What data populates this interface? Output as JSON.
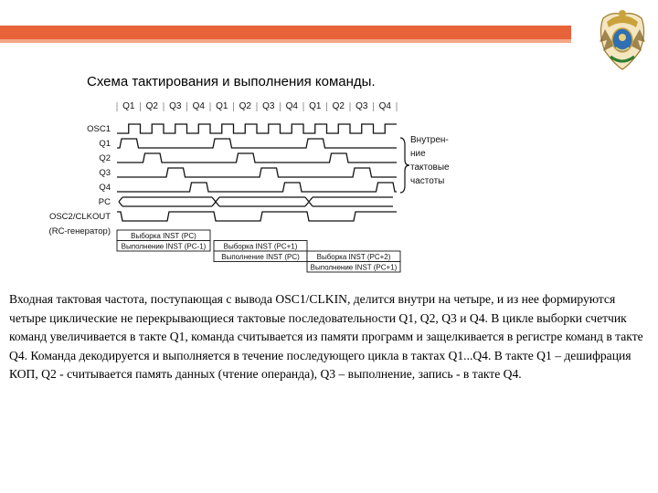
{
  "header": {
    "accent_color": "#e8623a"
  },
  "emblem": {
    "icon": "crest-emblem-icon"
  },
  "title": "Схема тактирования и выполнения команды.",
  "diagram": {
    "q_labels": [
      "Q1",
      "Q2",
      "Q3",
      "Q4",
      "Q1",
      "Q2",
      "Q3",
      "Q4",
      "Q1",
      "Q2",
      "Q3",
      "Q4"
    ],
    "signals": [
      "OSC1",
      "Q1",
      "Q2",
      "Q3",
      "Q4",
      "PC",
      "OSC2/CLKOUT",
      "(RC-генератор)"
    ],
    "brace_label_lines": [
      "Внутрен-",
      "ние",
      "тактовые",
      "частоты"
    ],
    "pipeline_rows": [
      [
        "Выборка INST (PC)",
        "",
        ""
      ],
      [
        "Выполнение INST (PC-1)",
        "Выборка INST (PC+1)",
        ""
      ],
      [
        "",
        "Выполнение INST (PC)",
        "Выборка INST (PC+2)"
      ],
      [
        "",
        "",
        "Выполнение INST (PC+1)"
      ]
    ]
  },
  "body_text": "Входная тактовая частота, поступающая с вывода OSC1/CLKIN, делится внутри на четыре, и из нее формируются четыре циклические не перекрывающиеся тактовые последовательности Q1, Q2, Q3 и Q4. В цикле выборки счетчик команд увеличивается в такте Q1, команда считывается из памяти программ и защелкивается в регистре команд в такте Q4. Команда декодируется и выполняется в течение последующего цикла в тактах Q1...Q4. В такте Q1 – дешифрация КОП, Q2 -  считывается память данных (чтение операнда), Q3 – выполнение,  запись - в такте Q4."
}
